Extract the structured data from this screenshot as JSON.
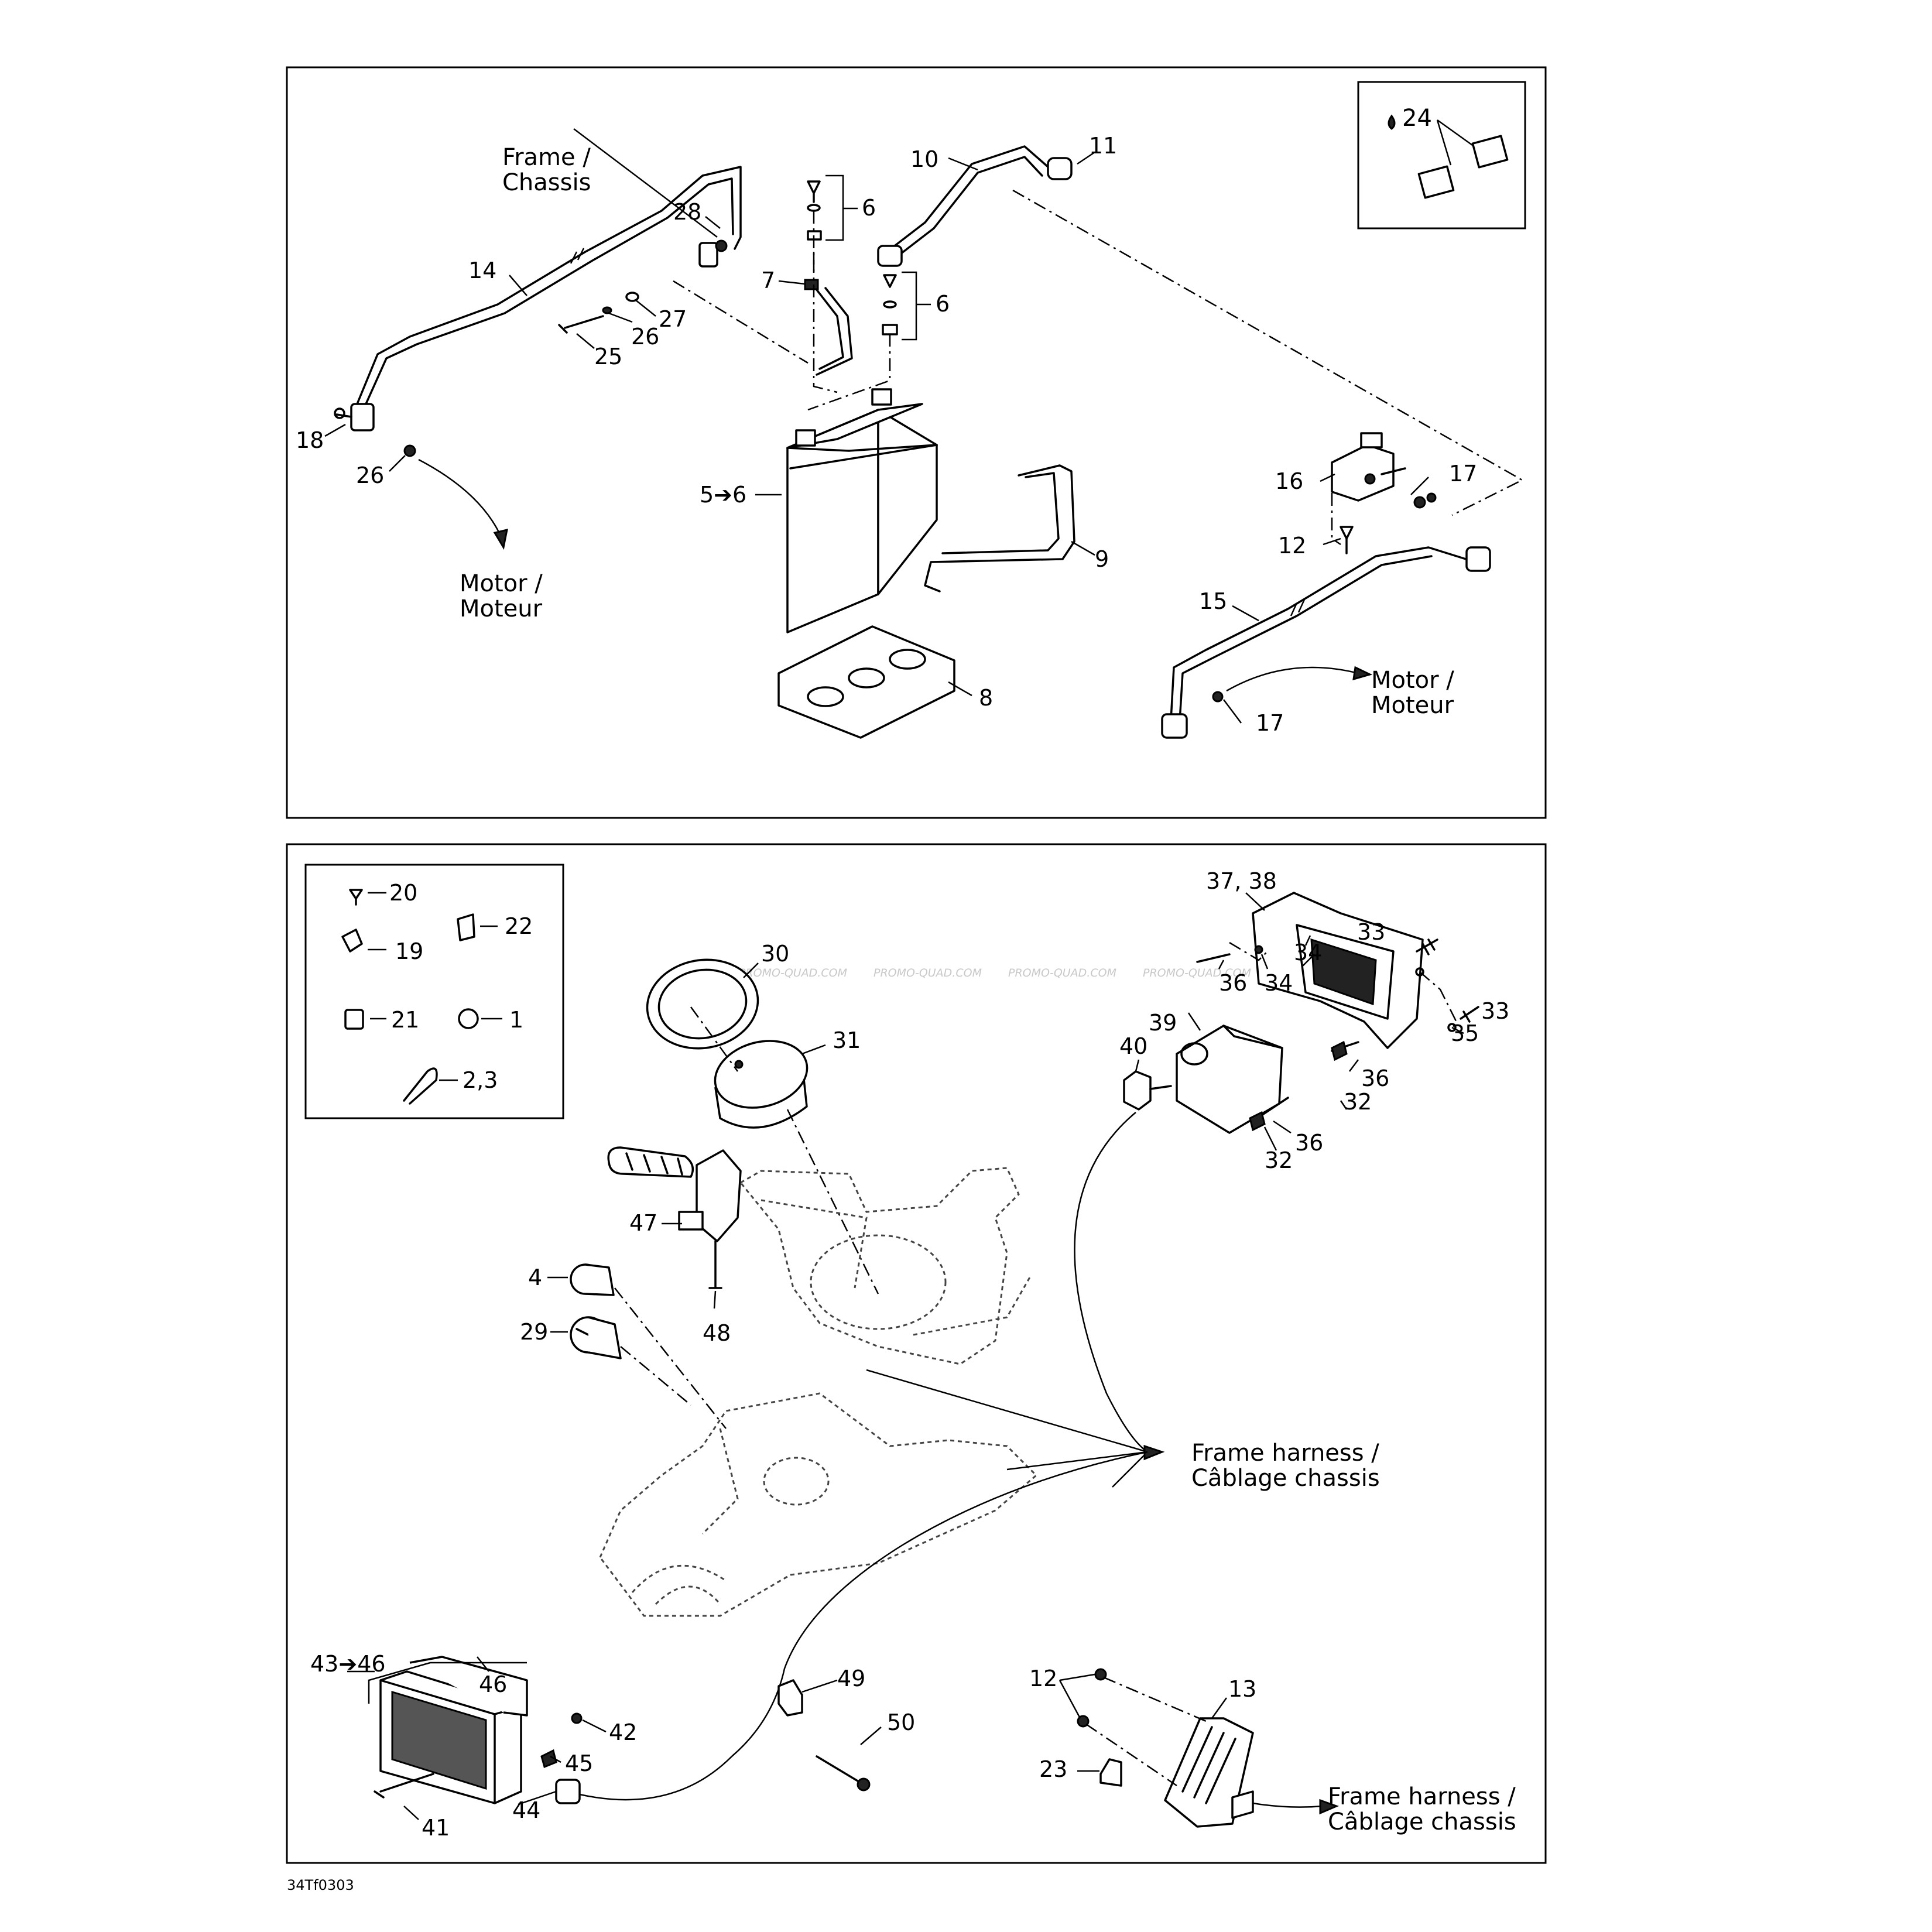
{
  "drawing_code": "34Tf0303",
  "watermark": "PROMO-QUAD.COM",
  "top_panel": {
    "notes": {
      "frame_chassis": [
        "Frame /",
        "Chassis"
      ],
      "motor_moteur_left": [
        "Motor /",
        "Moteur"
      ],
      "motor_moteur_right": [
        "Motor /",
        "Moteur"
      ]
    },
    "callouts": {
      "c11": "11",
      "c10": "10",
      "c6a": "6",
      "c6b": "6",
      "c7": "7",
      "c28": "28",
      "c14": "14",
      "c27": "27",
      "c26a": "26",
      "c25": "25",
      "c18": "18",
      "c26b": "26",
      "c5_6": "5➔6",
      "c9": "9",
      "c8": "8",
      "c16": "16",
      "c17a": "17",
      "c12": "12",
      "c15": "15",
      "c17b": "17",
      "c24": "24"
    }
  },
  "bottom_panel": {
    "notes": {
      "frame_harness_1": [
        "Frame harness /",
        "Câblage chassis"
      ],
      "frame_harness_2": [
        "Frame harness /",
        "Câblage chassis"
      ]
    },
    "callouts": {
      "c20": "20",
      "c22": "22",
      "c19": "19",
      "c21": "21",
      "c1": "1",
      "c2_3": "2,3",
      "c30": "30",
      "c31": "31",
      "c47": "47",
      "c48": "48",
      "c4": "4",
      "c29": "29",
      "c37_38": "37, 38",
      "c34a": "34",
      "c33a": "33",
      "c36a": "36",
      "c34b": "34",
      "c33b": "33",
      "c35": "35",
      "c39": "39",
      "c40": "40",
      "c36b": "36",
      "c32a": "32",
      "c36c": "36",
      "c32b": "32",
      "c43_46": "43➔46",
      "c46": "46",
      "c42": "42",
      "c45": "45",
      "c44": "44",
      "c41": "41",
      "c49": "49",
      "c50": "50",
      "c12": "12",
      "c13": "13",
      "c23": "23"
    }
  }
}
